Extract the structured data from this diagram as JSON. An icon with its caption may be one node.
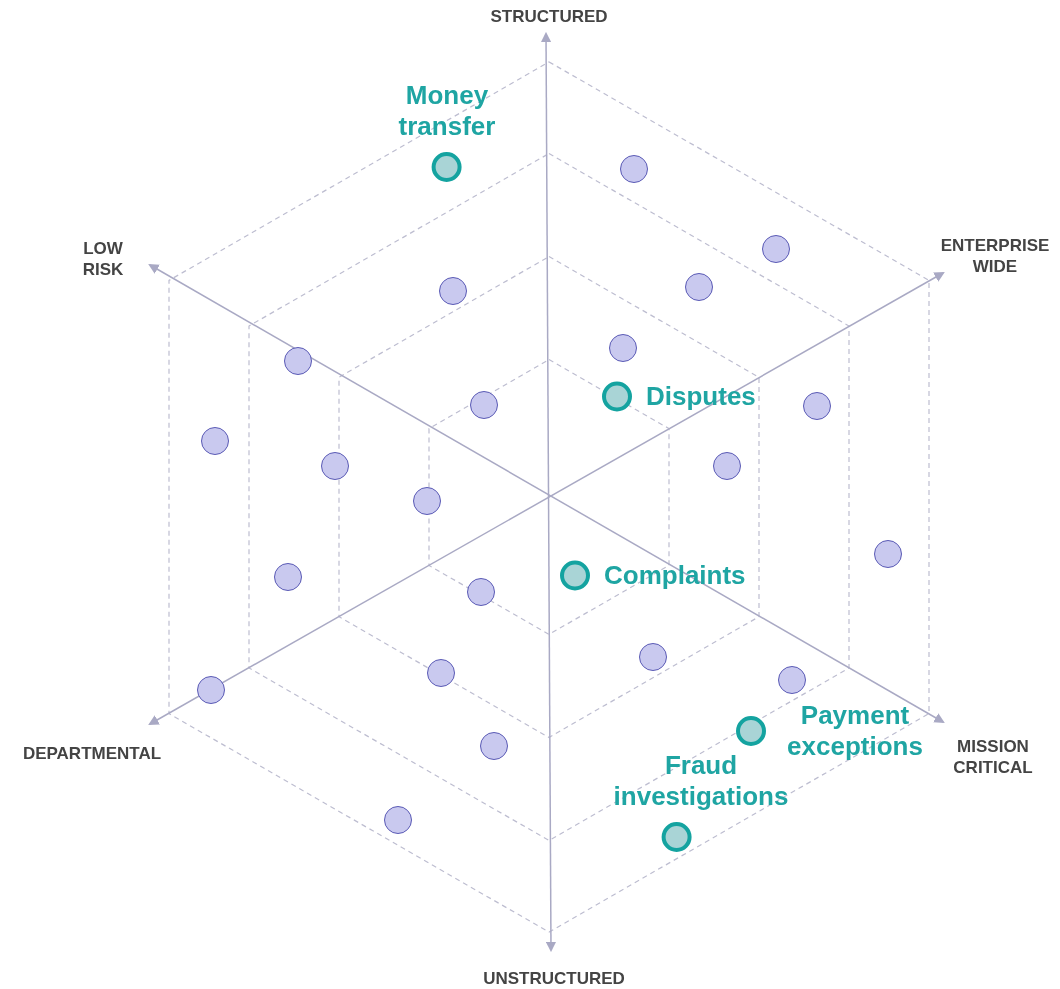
{
  "diagram": {
    "nodes": [
      {
        "text": [
          "Money transfer"
        ]
      },
      {
        "text": [],
        "shape": "circle"
      },
      {
        "text": [],
        "shape": "circle"
      },
      {
        "text": [],
        "shape": "circle"
      },
      {
        "text": [],
        "shape": "circle"
      },
      {
        "text": [],
        "shape": "circle"
      },
      {
        "text": [],
        "shape": "circle"
      },
      {
        "text": [
          "Disputes"
        ]
      },
      {
        "text": [],
        "shape": "circle"
      },
      {
        "text": [],
        "shape": "circle"
      },
      {
        "text": [],
        "shape": "circle"
      },
      {
        "text": [],
        "shape": "circle"
      },
      {
        "text": [],
        "shape": "circle"
      },
      {
        "text": [],
        "shape": "circle"
      },
      {
        "text": [],
        "shape": "circle"
      },
      {
        "text": [
          "Complaints"
        ]
      },
      {
        "text": [],
        "shape": "circle"
      },
      {
        "text": [],
        "shape": "circle"
      },
      {
        "text": [],
        "shape": "circle"
      },
      {
        "text": [],
        "shape": "circle"
      },
      {
        "text": [],
        "shape": "circle"
      },
      {
        "text": [],
        "shape": "circle"
      },
      {
        "text": [
          "Payment exceptions"
        ]
      },
      {
        "text": [],
        "shape": "circle"
      },
      {
        "text": [],
        "shape": "circle"
      },
      {
        "text": [
          "Fraud investigations"
        ]
      }
    ],
    "labels": [
      "STRUCTURED",
      "LOW RISK",
      "ENTERPRISE WIDE",
      "DEPARTMENTAL",
      "MISSION CRITICAL",
      "UNSTRUCTURED"
    ]
  }
}
